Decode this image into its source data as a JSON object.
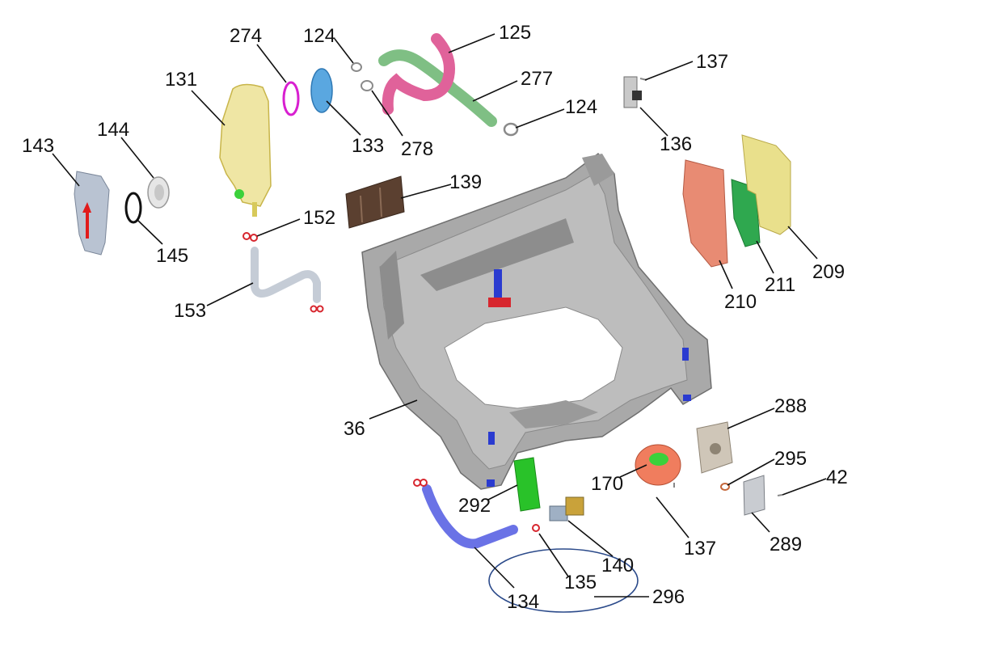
{
  "labels": {
    "p143": "143",
    "p144": "144",
    "p145": "145",
    "p131": "131",
    "p274": "274",
    "p124a": "124",
    "p133": "133",
    "p278": "278",
    "p125": "125",
    "p277": "277",
    "p124b": "124",
    "p137a": "137",
    "p136": "136",
    "p139": "139",
    "p152": "152",
    "p153": "153",
    "p36": "36",
    "p210": "210",
    "p211": "211",
    "p209": "209",
    "p288": "288",
    "p295": "295",
    "p42": "42",
    "p170": "170",
    "p137b": "137",
    "p289": "289",
    "p292": "292",
    "p140": "140",
    "p135": "135",
    "p134": "134",
    "p296": "296"
  },
  "colors": {
    "base_frame": "#a9a9a9",
    "base_frame_dark": "#7d7d7d",
    "yellow_part": "#e9e08c",
    "pink_hose": "#e0629a",
    "green_hose": "#7fbf84",
    "blue_disc": "#5aa7e0",
    "magenta_ring": "#d81fd0",
    "brown_part": "#5b4030",
    "salmon_part": "#e88b73",
    "pcb_green": "#2fa84f",
    "blue_hose": "#6a72e6",
    "green_part": "#29c229",
    "orange_part": "#f07d5e",
    "beige_box": "#cfc6b8",
    "red_clip": "#d7262e",
    "ellipse_blue": "#2b4a8a"
  }
}
